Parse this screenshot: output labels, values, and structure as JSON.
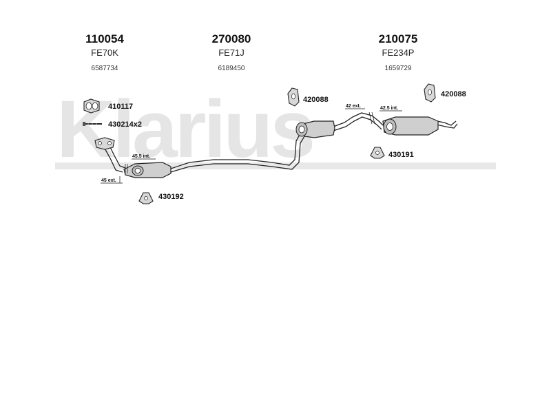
{
  "watermark": "Klarius",
  "assemblies": [
    {
      "part_number": "110054",
      "code": "FE70K",
      "oem": "6587734"
    },
    {
      "part_number": "270080",
      "code": "FE71J",
      "oem": "6189450"
    },
    {
      "part_number": "210075",
      "code": "FE234P",
      "oem": "1659729"
    }
  ],
  "parts": {
    "gasket": "410117",
    "bolt": "430214x2",
    "mount_front_box": "420088",
    "mount_rear_box": "420088",
    "rubber_rear": "430191",
    "rubber_front": "430192"
  },
  "dimensions": {
    "front_int": "45.5 int.",
    "front_ext": "45 ext.",
    "mid_ext": "42 ext.",
    "rear_int": "42.5 int."
  }
}
